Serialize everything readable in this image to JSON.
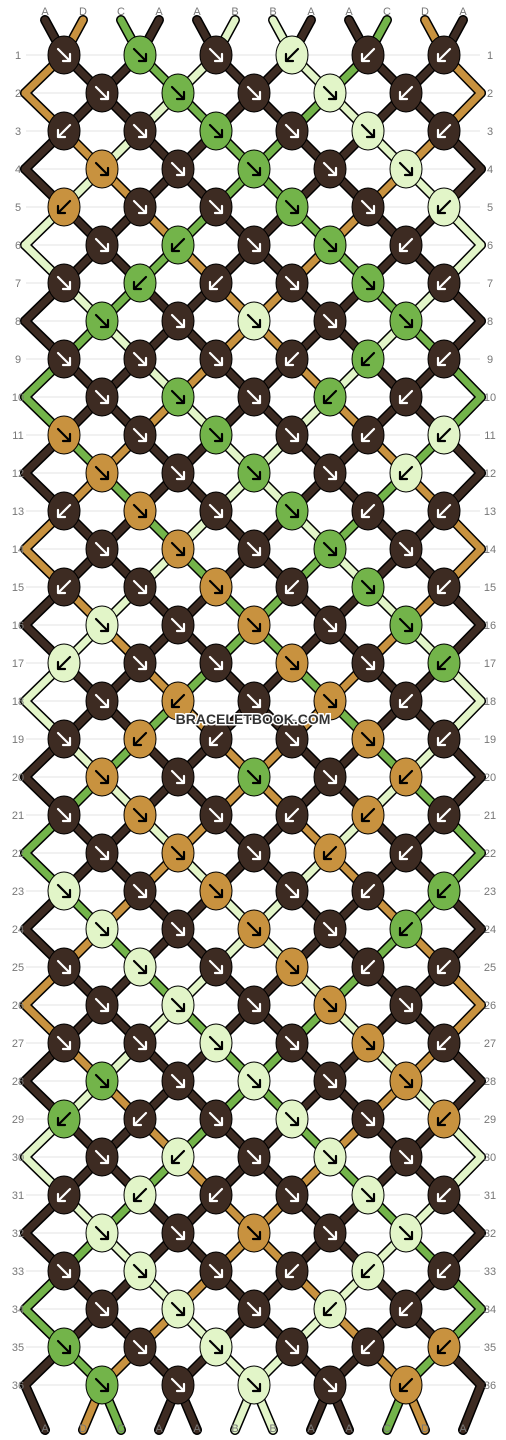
{
  "colors": {
    "A": "#3d2b22",
    "B": "#e2f5c8",
    "C": "#73b44a",
    "D": "#c8923f"
  },
  "guide_line_color": "#e3e3e3",
  "strings_top": [
    "A",
    "D",
    "C",
    "A",
    "A",
    "B",
    "B",
    "A",
    "A",
    "C",
    "D",
    "A"
  ],
  "strings_bottom": [
    "A",
    "D",
    "C",
    "A",
    "A",
    "B",
    "B",
    "A",
    "A",
    "C",
    "D",
    "A"
  ],
  "row_labels": [
    "1",
    "2",
    "3",
    "4",
    "5",
    "6",
    "7",
    "8",
    "9",
    "10",
    "11",
    "12",
    "13",
    "14",
    "15",
    "16",
    "17",
    "18",
    "19",
    "20",
    "21",
    "22",
    "23",
    "24",
    "25",
    "26",
    "27",
    "28",
    "29",
    "30",
    "31",
    "32",
    "33",
    "34",
    "35",
    "36"
  ],
  "knots": [
    [
      [
        "A",
        "dr"
      ],
      [
        "C",
        "dr"
      ],
      [
        "A",
        "dr"
      ],
      [
        "B",
        "dl"
      ],
      [
        "A",
        "dl"
      ],
      [
        "A",
        "dl"
      ]
    ],
    [
      [
        "A",
        "dr"
      ],
      [
        "C",
        "dr"
      ],
      [
        "A",
        "dr"
      ],
      [
        "B",
        "dr"
      ],
      [
        "A",
        "dl"
      ]
    ],
    [
      [
        "A",
        "dl"
      ],
      [
        "A",
        "dr"
      ],
      [
        "C",
        "dr"
      ],
      [
        "A",
        "dr"
      ],
      [
        "B",
        "dr"
      ],
      [
        "A",
        "dl"
      ]
    ],
    [
      [
        "D",
        "dr"
      ],
      [
        "A",
        "dr"
      ],
      [
        "C",
        "dr"
      ],
      [
        "A",
        "dr"
      ],
      [
        "B",
        "dr"
      ]
    ],
    [
      [
        "D",
        "dl"
      ],
      [
        "A",
        "dr"
      ],
      [
        "A",
        "dr"
      ],
      [
        "C",
        "dr"
      ],
      [
        "A",
        "dr"
      ],
      [
        "B",
        "dl"
      ]
    ],
    [
      [
        "A",
        "dr"
      ],
      [
        "C",
        "dl"
      ],
      [
        "A",
        "dr"
      ],
      [
        "C",
        "dr"
      ],
      [
        "A",
        "dl"
      ]
    ],
    [
      [
        "A",
        "dr"
      ],
      [
        "C",
        "dl"
      ],
      [
        "A",
        "dl"
      ],
      [
        "A",
        "dr"
      ],
      [
        "C",
        "dr"
      ],
      [
        "A",
        "dl"
      ]
    ],
    [
      [
        "C",
        "dr"
      ],
      [
        "A",
        "dr"
      ],
      [
        "B",
        "dr"
      ],
      [
        "A",
        "dr"
      ],
      [
        "C",
        "dr"
      ]
    ],
    [
      [
        "A",
        "dr"
      ],
      [
        "A",
        "dr"
      ],
      [
        "A",
        "dr"
      ],
      [
        "A",
        "dl"
      ],
      [
        "C",
        "dl"
      ],
      [
        "A",
        "dl"
      ]
    ],
    [
      [
        "A",
        "dr"
      ],
      [
        "C",
        "dr"
      ],
      [
        "A",
        "dr"
      ],
      [
        "C",
        "dl"
      ],
      [
        "A",
        "dl"
      ]
    ],
    [
      [
        "D",
        "dr"
      ],
      [
        "A",
        "dr"
      ],
      [
        "C",
        "dr"
      ],
      [
        "A",
        "dr"
      ],
      [
        "A",
        "dl"
      ],
      [
        "B",
        "dl"
      ]
    ],
    [
      [
        "D",
        "dr"
      ],
      [
        "A",
        "dr"
      ],
      [
        "C",
        "dr"
      ],
      [
        "A",
        "dr"
      ],
      [
        "B",
        "dl"
      ]
    ],
    [
      [
        "A",
        "dl"
      ],
      [
        "D",
        "dr"
      ],
      [
        "A",
        "dr"
      ],
      [
        "C",
        "dr"
      ],
      [
        "A",
        "dl"
      ],
      [
        "A",
        "dl"
      ]
    ],
    [
      [
        "A",
        "dr"
      ],
      [
        "D",
        "dr"
      ],
      [
        "A",
        "dr"
      ],
      [
        "C",
        "dr"
      ],
      [
        "A",
        "dr"
      ]
    ],
    [
      [
        "A",
        "dl"
      ],
      [
        "A",
        "dr"
      ],
      [
        "D",
        "dr"
      ],
      [
        "A",
        "dl"
      ],
      [
        "C",
        "dr"
      ],
      [
        "A",
        "dl"
      ]
    ],
    [
      [
        "B",
        "dr"
      ],
      [
        "A",
        "dr"
      ],
      [
        "D",
        "dr"
      ],
      [
        "A",
        "dr"
      ],
      [
        "C",
        "dr"
      ]
    ],
    [
      [
        "B",
        "dl"
      ],
      [
        "A",
        "dr"
      ],
      [
        "A",
        "dr"
      ],
      [
        "D",
        "dr"
      ],
      [
        "A",
        "dr"
      ],
      [
        "C",
        "dl"
      ]
    ],
    [
      [
        "A",
        "dr"
      ],
      [
        "D",
        "dl"
      ],
      [
        "A",
        "dr"
      ],
      [
        "D",
        "dr"
      ],
      [
        "A",
        "dl"
      ]
    ],
    [
      [
        "A",
        "dr"
      ],
      [
        "D",
        "dl"
      ],
      [
        "A",
        "dl"
      ],
      [
        "A",
        "dr"
      ],
      [
        "D",
        "dr"
      ],
      [
        "A",
        "dl"
      ]
    ],
    [
      [
        "D",
        "dr"
      ],
      [
        "A",
        "dr"
      ],
      [
        "C",
        "dr"
      ],
      [
        "A",
        "dr"
      ],
      [
        "D",
        "dl"
      ]
    ],
    [
      [
        "A",
        "dr"
      ],
      [
        "D",
        "dr"
      ],
      [
        "A",
        "dr"
      ],
      [
        "A",
        "dl"
      ],
      [
        "D",
        "dl"
      ],
      [
        "A",
        "dl"
      ]
    ],
    [
      [
        "A",
        "dr"
      ],
      [
        "D",
        "dr"
      ],
      [
        "A",
        "dr"
      ],
      [
        "D",
        "dl"
      ],
      [
        "A",
        "dl"
      ]
    ],
    [
      [
        "B",
        "dr"
      ],
      [
        "A",
        "dr"
      ],
      [
        "D",
        "dr"
      ],
      [
        "A",
        "dr"
      ],
      [
        "A",
        "dl"
      ],
      [
        "C",
        "dl"
      ]
    ],
    [
      [
        "B",
        "dr"
      ],
      [
        "A",
        "dr"
      ],
      [
        "D",
        "dr"
      ],
      [
        "A",
        "dr"
      ],
      [
        "C",
        "dl"
      ]
    ],
    [
      [
        "A",
        "dr"
      ],
      [
        "B",
        "dr"
      ],
      [
        "A",
        "dr"
      ],
      [
        "D",
        "dr"
      ],
      [
        "A",
        "dl"
      ],
      [
        "A",
        "dl"
      ]
    ],
    [
      [
        "A",
        "dr"
      ],
      [
        "B",
        "dr"
      ],
      [
        "A",
        "dr"
      ],
      [
        "D",
        "dr"
      ],
      [
        "A",
        "dr"
      ]
    ],
    [
      [
        "A",
        "dr"
      ],
      [
        "A",
        "dr"
      ],
      [
        "B",
        "dr"
      ],
      [
        "A",
        "dr"
      ],
      [
        "D",
        "dr"
      ],
      [
        "A",
        "dl"
      ]
    ],
    [
      [
        "C",
        "dr"
      ],
      [
        "A",
        "dr"
      ],
      [
        "B",
        "dr"
      ],
      [
        "A",
        "dr"
      ],
      [
        "D",
        "dr"
      ]
    ],
    [
      [
        "C",
        "dl"
      ],
      [
        "A",
        "dl"
      ],
      [
        "A",
        "dr"
      ],
      [
        "B",
        "dr"
      ],
      [
        "A",
        "dr"
      ],
      [
        "D",
        "dl"
      ]
    ],
    [
      [
        "A",
        "dr"
      ],
      [
        "B",
        "dl"
      ],
      [
        "A",
        "dr"
      ],
      [
        "B",
        "dr"
      ],
      [
        "A",
        "dr"
      ]
    ],
    [
      [
        "A",
        "dl"
      ],
      [
        "B",
        "dl"
      ],
      [
        "A",
        "dl"
      ],
      [
        "A",
        "dr"
      ],
      [
        "B",
        "dr"
      ],
      [
        "A",
        "dl"
      ]
    ],
    [
      [
        "B",
        "dr"
      ],
      [
        "A",
        "dr"
      ],
      [
        "D",
        "dr"
      ],
      [
        "A",
        "dr"
      ],
      [
        "B",
        "dr"
      ]
    ],
    [
      [
        "A",
        "dr"
      ],
      [
        "B",
        "dr"
      ],
      [
        "A",
        "dr"
      ],
      [
        "A",
        "dl"
      ],
      [
        "B",
        "dl"
      ],
      [
        "A",
        "dl"
      ]
    ],
    [
      [
        "A",
        "dr"
      ],
      [
        "B",
        "dr"
      ],
      [
        "A",
        "dr"
      ],
      [
        "B",
        "dl"
      ],
      [
        "A",
        "dl"
      ]
    ],
    [
      [
        "C",
        "dr"
      ],
      [
        "A",
        "dr"
      ],
      [
        "B",
        "dr"
      ],
      [
        "A",
        "dr"
      ],
      [
        "A",
        "dl"
      ],
      [
        "D",
        "dl"
      ]
    ],
    [
      [
        "C",
        "dr"
      ],
      [
        "A",
        "dr"
      ],
      [
        "B",
        "dr"
      ],
      [
        "A",
        "dr"
      ],
      [
        "D",
        "dl"
      ]
    ]
  ],
  "watermark": "BRACELETBOOK.COM"
}
